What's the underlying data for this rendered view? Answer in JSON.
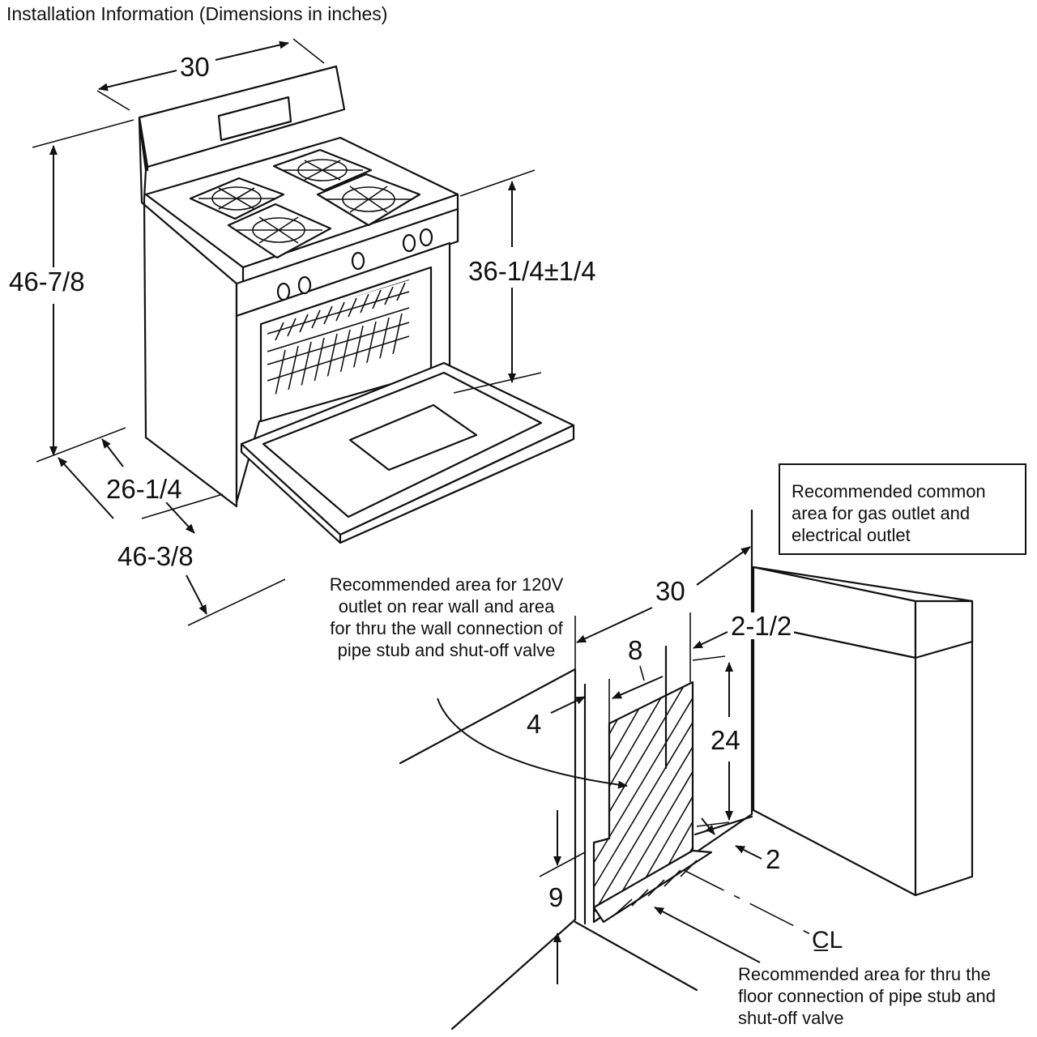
{
  "title": "Installation Information (Dimensions in inches)",
  "dimensions": {
    "range_width": "30",
    "overall_height": "46-7/8",
    "cooktop_height": "36-1/4±1/4",
    "depth": "26-1/4",
    "depth_door_open": "46-3/8",
    "wall_width": "30",
    "outlet_area_width": "8",
    "side_offset": "2-1/2",
    "left_offset": "4",
    "area_height": "24",
    "floor_offset": "2",
    "bottom_height": "9"
  },
  "notes": {
    "common_area": "Recommended common area for gas outlet and electrical outlet",
    "rear_wall_area": "Recommended area for 120V outlet on rear wall and area for thru the wall connection of pipe stub and shut-off valve",
    "floor_area": "Recommended area for thru the floor connection of pipe stub and shut-off valve"
  },
  "symbols": {
    "centerline": "C̲L"
  }
}
